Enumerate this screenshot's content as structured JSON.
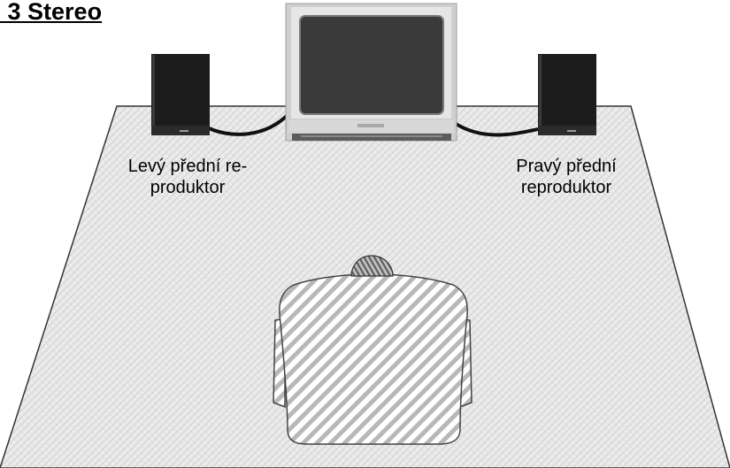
{
  "heading": {
    "text": "3 Stereo",
    "cropped_prefix": ":"
  },
  "labels": {
    "left_speaker": {
      "line1": "Levý přední re-",
      "line2": "produktor"
    },
    "right_speaker": {
      "line1": "Pravý přední",
      "line2": "reproduktor"
    }
  },
  "colors": {
    "background": "#ffffff",
    "carpet_fill": "#eaeaea",
    "carpet_outline": "#333333",
    "speaker_body": "#1c1c1c",
    "tv_frame": "#c8c8c8",
    "tv_screen": "#3a3a3a",
    "cable": "#111111",
    "seat_fill": "#d9d9d9",
    "hatch": "#9a9a9a"
  },
  "icons": {
    "left_speaker": "speaker-icon",
    "right_speaker": "speaker-icon",
    "tv": "television-icon",
    "seat": "armchair-icon",
    "listener": "listener-head-icon"
  }
}
